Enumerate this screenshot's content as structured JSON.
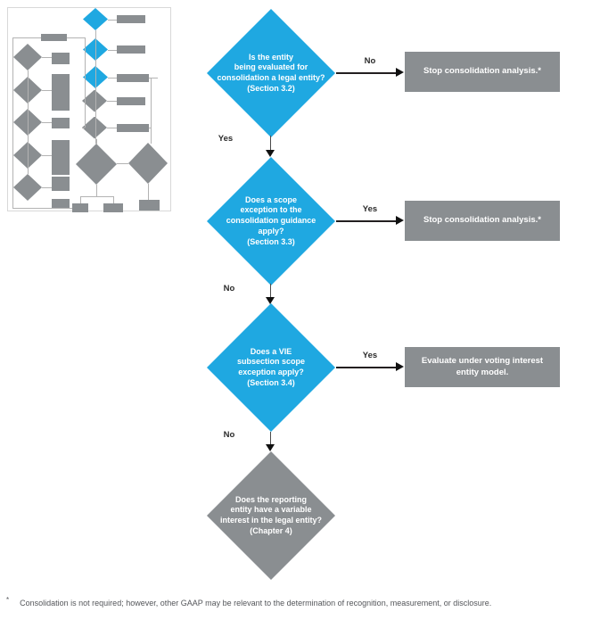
{
  "palette": {
    "decision_blue": "#1fa8e1",
    "node_gray": "#8a8e91",
    "arrow_black": "#231f20",
    "footnote_gray": "#54565a"
  },
  "flowchart": {
    "decisions": {
      "q1": "Is the entity\nbeing evaluated for\nconsolidation a legal entity?\n(Section 3.2)",
      "q2": "Does a scope\nexception to the\nconsolidation guidance\napply?\n(Section 3.3)",
      "q3": "Does a VIE\nsubsection scope\nexception apply?\n(Section 3.4)",
      "q4": "Does the reporting\nentity have a variable\ninterest in the legal entity?\n(Chapter 4)"
    },
    "outcomes": {
      "r1": "Stop consolidation analysis.*",
      "r2": "Stop consolidation analysis.*",
      "r3": "Evaluate under voting interest\nentity model."
    },
    "edge_labels": {
      "q1_no": "No",
      "q1_yes": "Yes",
      "q2_yes": "Yes",
      "q2_no": "No",
      "q3_yes": "Yes",
      "q3_no": "No"
    }
  },
  "footnote": {
    "marker": "*",
    "text": "Consolidation is not required; however, other GAAP may be relevant to the determination of recognition, measurement, or disclosure."
  }
}
